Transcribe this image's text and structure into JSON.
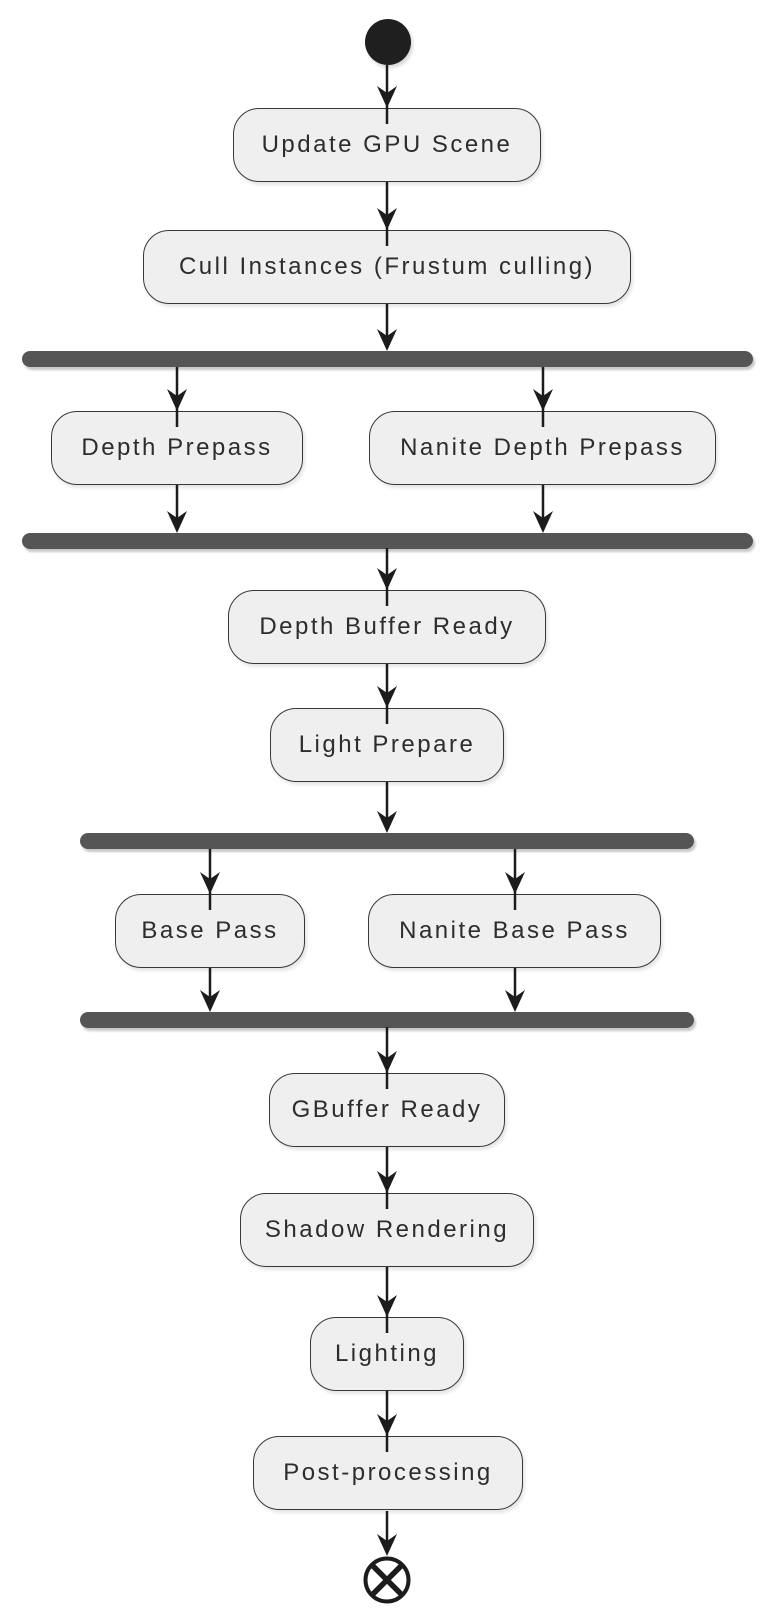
{
  "diagram": {
    "kind": "uml-activity-flowchart",
    "colors": {
      "background": "#ffffff",
      "activity_fill": "#efefef",
      "activity_border": "#383838",
      "sync_bar": "#555555",
      "arrow": "#1c1c1c",
      "start_node": "#1f1f1f",
      "text": "#2d2d2d"
    },
    "activities": {
      "update_gpu_scene": "Update GPU Scene",
      "cull_instances": "Cull Instances (Frustum culling)",
      "depth_prepass": "Depth Prepass",
      "nanite_depth_prepass": "Nanite Depth Prepass",
      "depth_buffer_ready": "Depth Buffer Ready",
      "light_prepare": "Light Prepare",
      "base_pass": "Base Pass",
      "nanite_base_pass": "Nanite Base Pass",
      "gbuffer_ready": "GBuffer Ready",
      "shadow_rendering": "Shadow Rendering",
      "lighting": "Lighting",
      "post_processing": "Post-processing"
    },
    "flow": [
      {
        "from": "start",
        "to": "update_gpu_scene"
      },
      {
        "from": "update_gpu_scene",
        "to": "cull_instances"
      },
      {
        "from": "cull_instances",
        "to": "fork_1"
      },
      {
        "from": "fork_1",
        "to": "depth_prepass"
      },
      {
        "from": "fork_1",
        "to": "nanite_depth_prepass"
      },
      {
        "from": "depth_prepass",
        "to": "join_1"
      },
      {
        "from": "nanite_depth_prepass",
        "to": "join_1"
      },
      {
        "from": "join_1",
        "to": "depth_buffer_ready"
      },
      {
        "from": "depth_buffer_ready",
        "to": "light_prepare"
      },
      {
        "from": "light_prepare",
        "to": "fork_2"
      },
      {
        "from": "fork_2",
        "to": "base_pass"
      },
      {
        "from": "fork_2",
        "to": "nanite_base_pass"
      },
      {
        "from": "base_pass",
        "to": "join_2"
      },
      {
        "from": "nanite_base_pass",
        "to": "join_2"
      },
      {
        "from": "join_2",
        "to": "gbuffer_ready"
      },
      {
        "from": "gbuffer_ready",
        "to": "shadow_rendering"
      },
      {
        "from": "shadow_rendering",
        "to": "lighting"
      },
      {
        "from": "lighting",
        "to": "post_processing"
      },
      {
        "from": "post_processing",
        "to": "end"
      }
    ]
  }
}
